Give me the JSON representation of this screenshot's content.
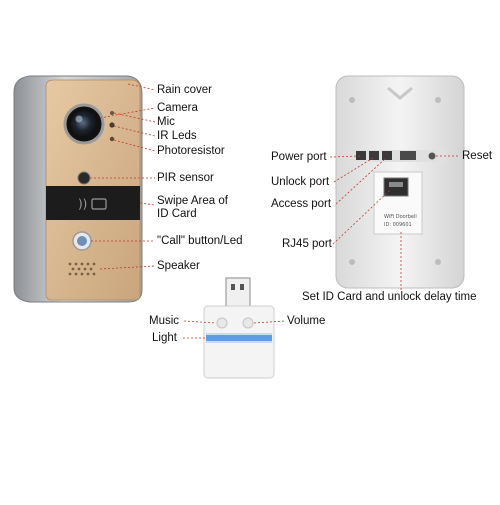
{
  "doorbell_labels": {
    "rain_cover": "Rain cover",
    "camera": "Camera",
    "mic": "Mic",
    "ir_leds": "IR Leds",
    "photoresistor": "Photoresistor",
    "pir_sensor": "PIR sensor",
    "swipe_area_line1": "Swipe Area of",
    "swipe_area_line2": "ID Card",
    "call_button": "\"Call\" button/Led",
    "speaker": "Speaker"
  },
  "back_panel_labels": {
    "power_port": "Power port",
    "unlock_port": "Unlock port",
    "access_port": "Access port",
    "rj45_port": "RJ45 port",
    "reset": "Reset",
    "set_id_card": "Set  ID Card and unlock delay time",
    "sticker_line1": "WiFi Doorbell",
    "sticker_line2": "ID: 009601"
  },
  "chime_labels": {
    "music": "Music",
    "volume": "Volume",
    "light": "Light"
  },
  "colors": {
    "gold_face": "#d8b48c",
    "silver_frame": "#b9bcbf",
    "black_band": "#1c1c1c",
    "panel": "#f2f2f2",
    "led_blue": "#4a90e0",
    "leader": "#c0392b"
  }
}
